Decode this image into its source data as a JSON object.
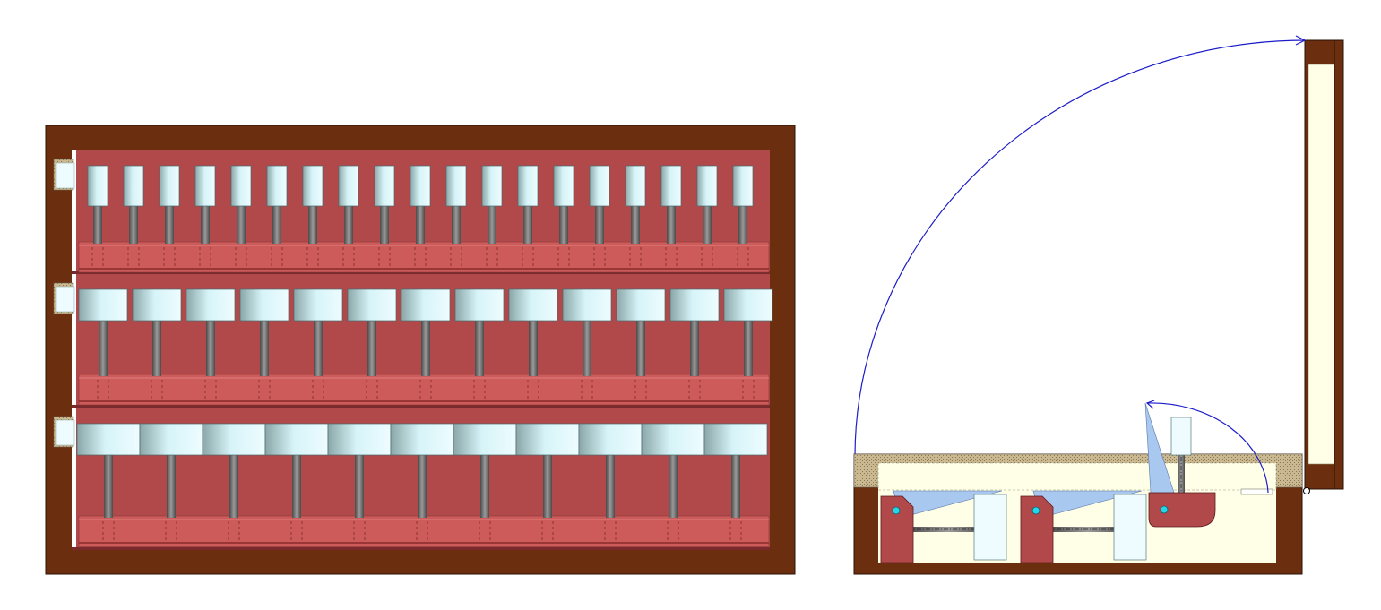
{
  "diagram": {
    "views": [
      "front-view",
      "side-section-view"
    ],
    "front": {
      "shelves": [
        {
          "name": "top-shelf",
          "count": 19
        },
        {
          "name": "middle-shelf",
          "count": 13
        },
        {
          "name": "bottom-shelf",
          "count": 11
        }
      ]
    },
    "side": {
      "hinged_units": 3,
      "door_swing_degrees": 90
    },
    "colors": {
      "wood": "#6b2e0f",
      "shelf_back": "#b1494b",
      "rail": "#cc5b5a",
      "holder_light": "#e6fbff",
      "holder_dark": "#8aa6a8",
      "post_dark": "#5a5a5a",
      "cream": "#ffffe8",
      "blue": "#1c1cc9",
      "triangle": "#a8c8f0",
      "cyan": "#22d8e8",
      "edge": "#8a8a6a"
    }
  }
}
